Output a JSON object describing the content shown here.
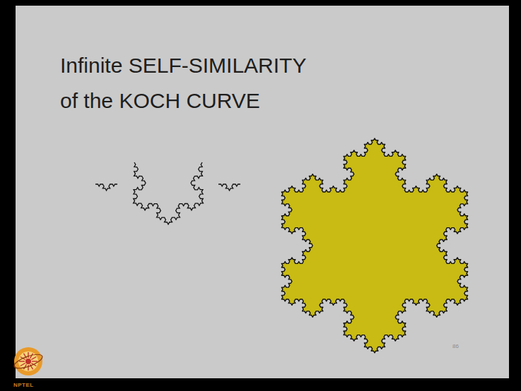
{
  "diagram": {
    "title": "Infinite SELF-SIMILARITY of the KOCH CURVE",
    "labels": [
      "86",
      "NPTEL"
    ]
  }
}
